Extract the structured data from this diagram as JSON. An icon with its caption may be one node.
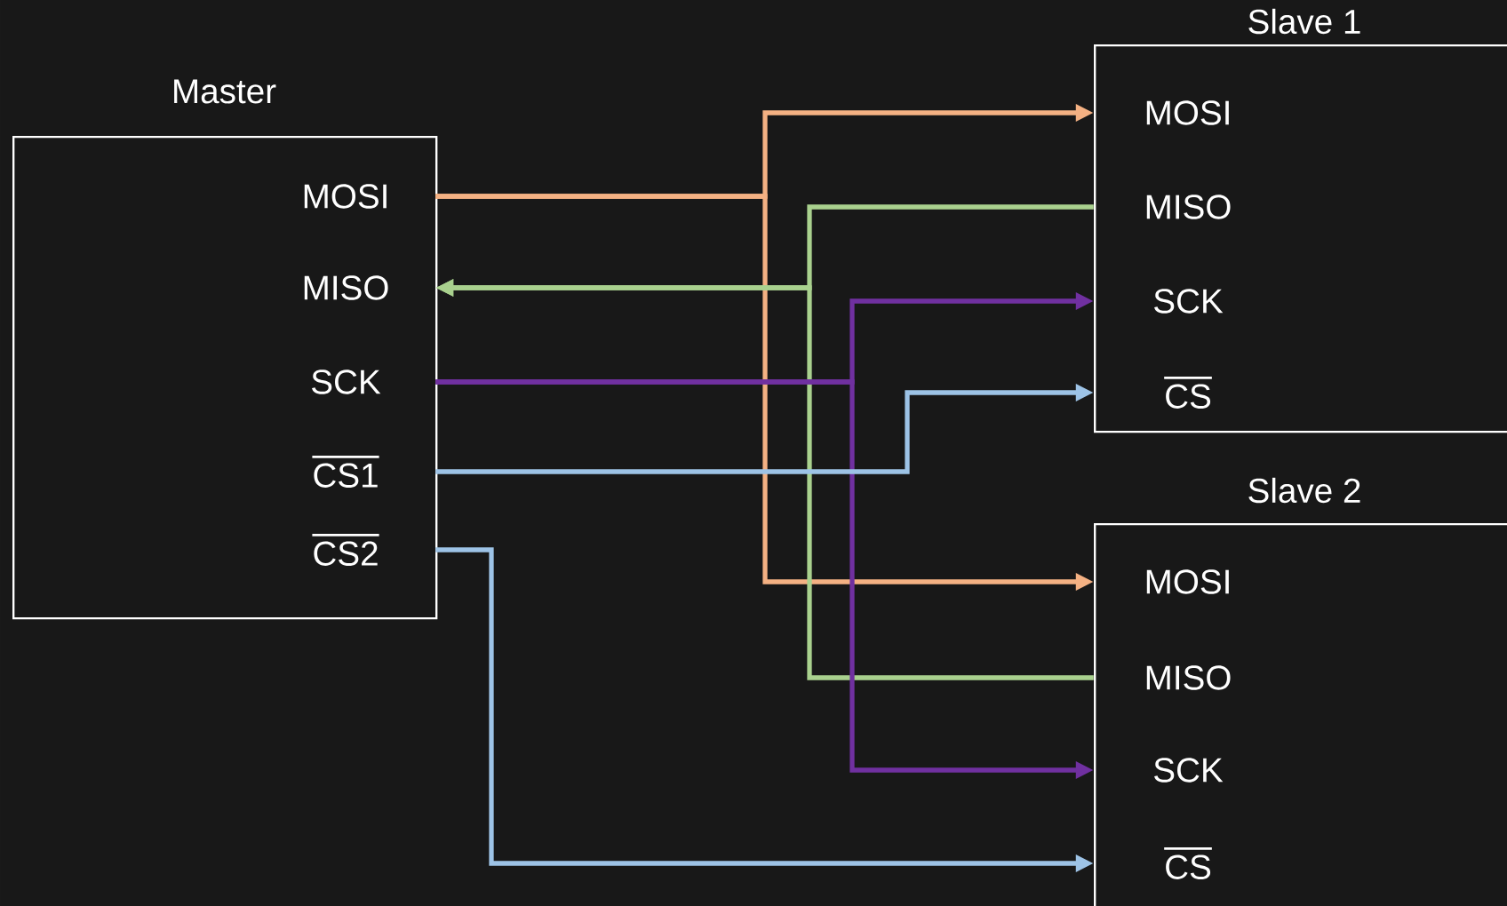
{
  "diagram": {
    "nodes": [
      {
        "text": [
          "Master"
        ]
      },
      {
        "text": [
          "MOSI"
        ],
        "in": 0
      },
      {
        "text": [
          "MISO"
        ],
        "in": 0
      },
      {
        "text": [
          "SCK"
        ],
        "in": 0
      },
      {
        "text": [
          "CS1"
        ],
        "in": 0
      },
      {
        "text": [
          "CS2"
        ],
        "in": 0
      },
      {
        "text": [
          "Slave 1"
        ]
      },
      {
        "text": [
          "MOSI"
        ],
        "in": 6
      },
      {
        "text": [
          "MISO"
        ],
        "in": 6
      },
      {
        "text": [
          "SCK"
        ],
        "in": 6
      },
      {
        "text": [
          "CS"
        ],
        "in": 6
      },
      {
        "text": [
          "Slave 2"
        ]
      },
      {
        "text": [
          "MOSI"
        ],
        "in": 11
      },
      {
        "text": [
          "MISO"
        ],
        "in": 11
      },
      {
        "text": [
          "SCK"
        ],
        "in": 11
      },
      {
        "text": [
          "CS"
        ],
        "in": 11
      }
    ],
    "edges": [
      {
        "from": 1,
        "to": 7,
        "arrow": "to",
        "color": "#f4b183"
      },
      {
        "from": 1,
        "to": 12,
        "arrow": "to",
        "color": "#f4b183"
      },
      {
        "from": 8,
        "to": 2,
        "arrow": "to",
        "color": "#a9d18e"
      },
      {
        "from": 13,
        "to": 2,
        "arrow": "to",
        "color": "#a9d18e"
      },
      {
        "from": 3,
        "to": 9,
        "arrow": "to",
        "color": "#7030a0"
      },
      {
        "from": 3,
        "to": 14,
        "arrow": "to",
        "color": "#7030a0"
      },
      {
        "from": 4,
        "to": 10,
        "arrow": "to",
        "color": "#9dc3e6"
      },
      {
        "from": 5,
        "to": 15,
        "arrow": "to",
        "color": "#9dc3e6"
      }
    ]
  }
}
